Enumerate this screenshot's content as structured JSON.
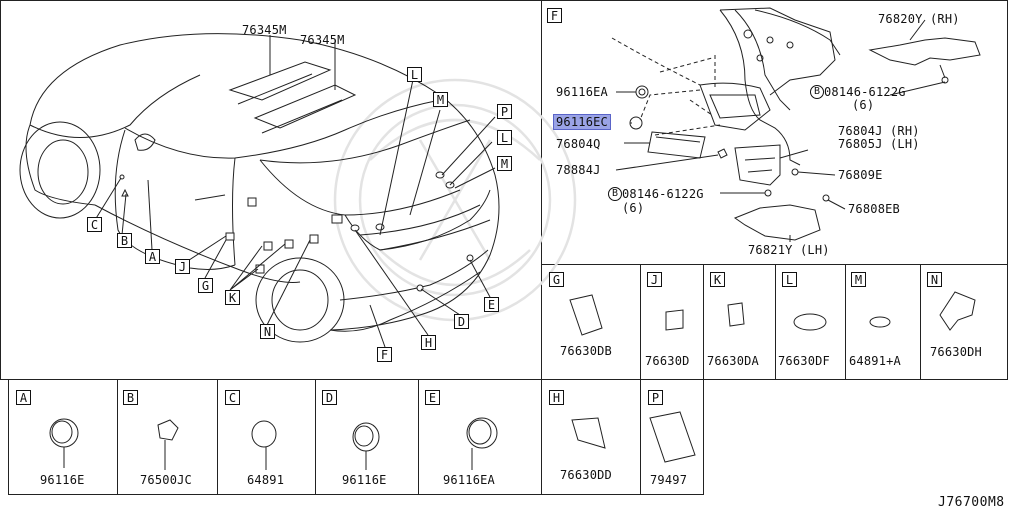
{
  "main": {
    "part_labels": {
      "p76345m_a": "76345M",
      "p76345m_b": "76345M"
    },
    "callouts": [
      "L",
      "M",
      "P",
      "L",
      "M",
      "C",
      "B",
      "A",
      "J",
      "G",
      "K",
      "N",
      "H",
      "F",
      "D",
      "E"
    ]
  },
  "panel_f": {
    "letter": "F",
    "parts": {
      "p96116ea": "96116EA",
      "p96116ec": "96116EC",
      "p76804q": "76804Q",
      "p78884j": "78884J",
      "p76820y": "76820Y (RH)",
      "p08146_a": "08146-6122G",
      "p08146_a_qty": "(6)",
      "p76804j": "76804J (RH)",
      "p76805j": "76805J (LH)",
      "p76809e": "76809E",
      "p08146_b": "08146-6122G",
      "p08146_b_qty": "(6)",
      "p76808eb": "76808EB",
      "p76821y": "76821Y (LH)",
      "bolt_marker": "B"
    }
  },
  "grid_right": [
    {
      "letter": "G",
      "part": "76630DB"
    },
    {
      "letter": "J",
      "part": "76630D"
    },
    {
      "letter": "K",
      "part": "76630DA"
    },
    {
      "letter": "L",
      "part": "76630DF"
    },
    {
      "letter": "M",
      "part": "64891+A"
    },
    {
      "letter": "N",
      "part": "76630DH"
    }
  ],
  "grid_bottom": [
    {
      "letter": "A",
      "part": "96116E"
    },
    {
      "letter": "B",
      "part": "76500JC"
    },
    {
      "letter": "C",
      "part": "64891"
    },
    {
      "letter": "D",
      "part": "96116E"
    },
    {
      "letter": "E",
      "part": "96116EA"
    },
    {
      "letter": "H",
      "part": "76630DD"
    },
    {
      "letter": "P",
      "part": "79497"
    }
  ],
  "diagram_number": "J76700M8"
}
